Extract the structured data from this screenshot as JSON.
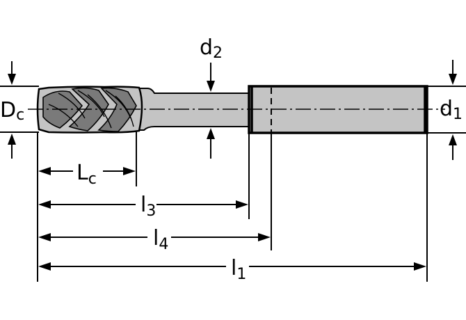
{
  "colors": {
    "tool_fill": "#c4c4c4",
    "flute_fill": "#7a7a7a",
    "line": "#000000",
    "background": "#ffffff"
  },
  "labels": {
    "Dc": {
      "main": "D",
      "sub": "c"
    },
    "d2": {
      "main": "d",
      "sub": "2"
    },
    "d1": {
      "main": "d",
      "sub": "1"
    },
    "Lc": {
      "main": "L",
      "sub": "c"
    },
    "l3": {
      "main": "l",
      "sub": "3"
    },
    "l4": {
      "main": "l",
      "sub": "4"
    },
    "l1": {
      "main": "l",
      "sub": "1"
    }
  }
}
